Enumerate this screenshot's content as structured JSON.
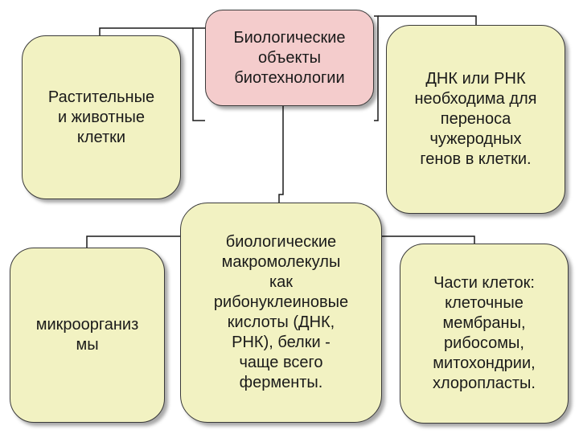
{
  "colors": {
    "root_fill": "#f4cccc",
    "node_fill": "#f2f2c2",
    "border": "#3a3a3a",
    "connector": "#1a1a1a"
  },
  "root": {
    "text": "Биологические\nобъекты\nбиотехнологии"
  },
  "nodes": {
    "cells": "Растительные\nи животные\nклетки",
    "dna": "ДНК или РНК\nнеобходима для\nпереноса\nчужеродных\nгенов в клетки.",
    "microorganisms": "микроорганиз\nмы",
    "macromolecules": "биологические\nмакромолекулы\nкак\nрибонуклеиновые\nкислоты (ДНК,\nРНК), белки -\nчаще всего\nферменты.",
    "cell_parts": "Части клеток:\nклеточные\nмембраны,\nрибосомы,\nмитохондрии,\nхлоропласты."
  }
}
